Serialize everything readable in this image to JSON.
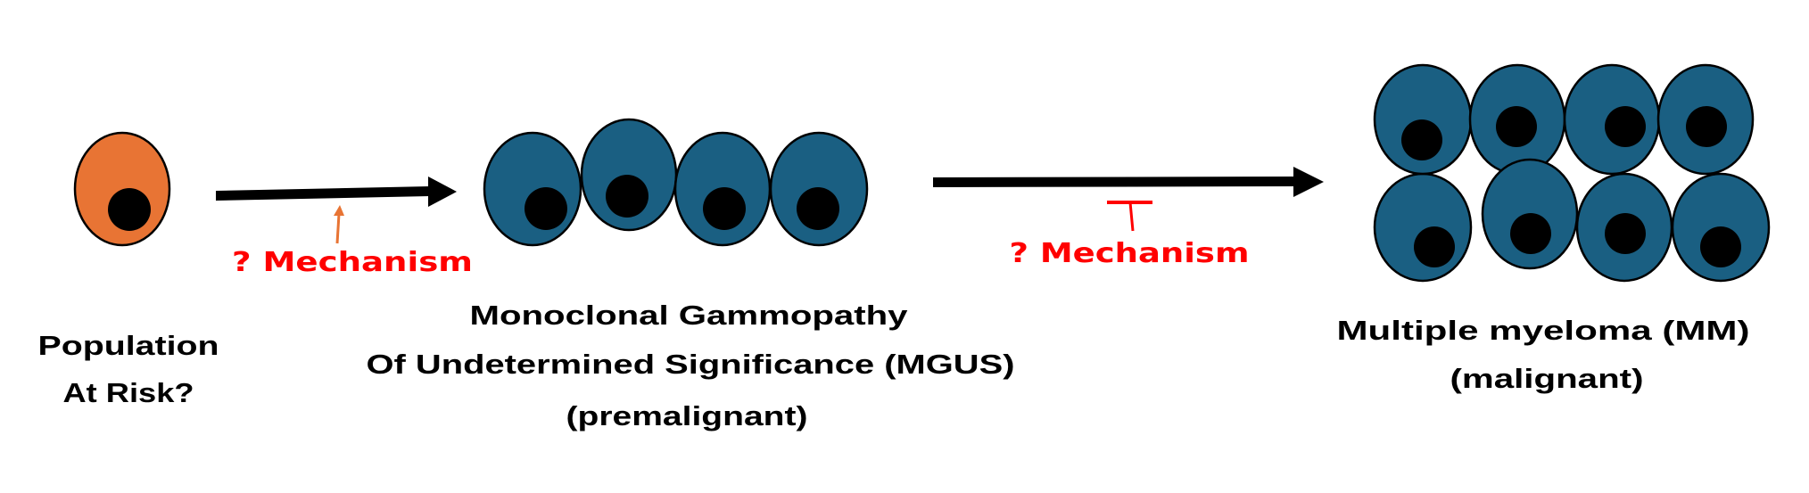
{
  "colors": {
    "at_risk_cell": "#E87434",
    "plasma_cell": "#1A5F82",
    "nucleus": "#000000",
    "mechanism_text": "#FF0000",
    "promote_arrow": "#E87434",
    "inhibit_bar": "#FF0000",
    "arrow": "#000000"
  },
  "stages": {
    "at_risk": {
      "line1": "Population",
      "line2": "At Risk?"
    },
    "mgus": {
      "line1": "Monoclonal Gammopathy",
      "line2": "Of Undetermined Significance (MGUS)",
      "line3": "(premalignant)"
    },
    "mm": {
      "line1": "Multiple myeloma (MM)",
      "line2": "(malignant)"
    }
  },
  "transitions": [
    {
      "label": "? Mechanism",
      "effect": "promotes"
    },
    {
      "label": "? Mechanism",
      "effect": "inhibits"
    }
  ]
}
